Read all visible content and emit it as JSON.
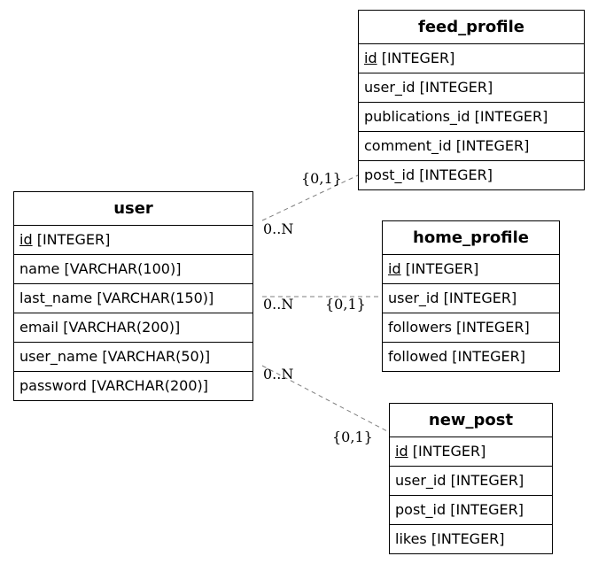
{
  "entities": {
    "user": {
      "name": "user",
      "fields": [
        {
          "name": "id",
          "type": "[INTEGER]",
          "pk": true
        },
        {
          "name": "name",
          "type": "[VARCHAR(100)]",
          "pk": false
        },
        {
          "name": "last_name",
          "type": "[VARCHAR(150)]",
          "pk": false
        },
        {
          "name": "email",
          "type": "[VARCHAR(200)]",
          "pk": false
        },
        {
          "name": "user_name",
          "type": "[VARCHAR(50)]",
          "pk": false
        },
        {
          "name": "password",
          "type": "[VARCHAR(200)]",
          "pk": false
        }
      ]
    },
    "feed_profile": {
      "name": "feed_profile",
      "fields": [
        {
          "name": "id",
          "type": "[INTEGER]",
          "pk": true
        },
        {
          "name": "user_id",
          "type": "[INTEGER]",
          "pk": false
        },
        {
          "name": "publications_id",
          "type": "[INTEGER]",
          "pk": false
        },
        {
          "name": "comment_id",
          "type": "[INTEGER]",
          "pk": false
        },
        {
          "name": "post_id",
          "type": "[INTEGER]",
          "pk": false
        }
      ]
    },
    "home_profile": {
      "name": "home_profile",
      "fields": [
        {
          "name": "id",
          "type": "[INTEGER]",
          "pk": true
        },
        {
          "name": "user_id",
          "type": "[INTEGER]",
          "pk": false
        },
        {
          "name": "followers",
          "type": "[INTEGER]",
          "pk": false
        },
        {
          "name": "followed",
          "type": "[INTEGER]",
          "pk": false
        }
      ]
    },
    "new_post": {
      "name": "new_post",
      "fields": [
        {
          "name": "id",
          "type": "[INTEGER]",
          "pk": true
        },
        {
          "name": "user_id",
          "type": "[INTEGER]",
          "pk": false
        },
        {
          "name": "post_id",
          "type": "[INTEGER]",
          "pk": false
        },
        {
          "name": "likes",
          "type": "[INTEGER]",
          "pk": false
        }
      ]
    }
  },
  "relationships": [
    {
      "from": "user",
      "to": "feed_profile",
      "from_card": "0..N",
      "to_card": "{0,1}"
    },
    {
      "from": "user",
      "to": "home_profile",
      "from_card": "0..N",
      "to_card": "{0,1}"
    },
    {
      "from": "user",
      "to": "new_post",
      "from_card": "0..N",
      "to_card": "{0,1}"
    }
  ],
  "colors": {
    "line": "#7f7f7f",
    "border": "#000000",
    "text": "#000000"
  }
}
